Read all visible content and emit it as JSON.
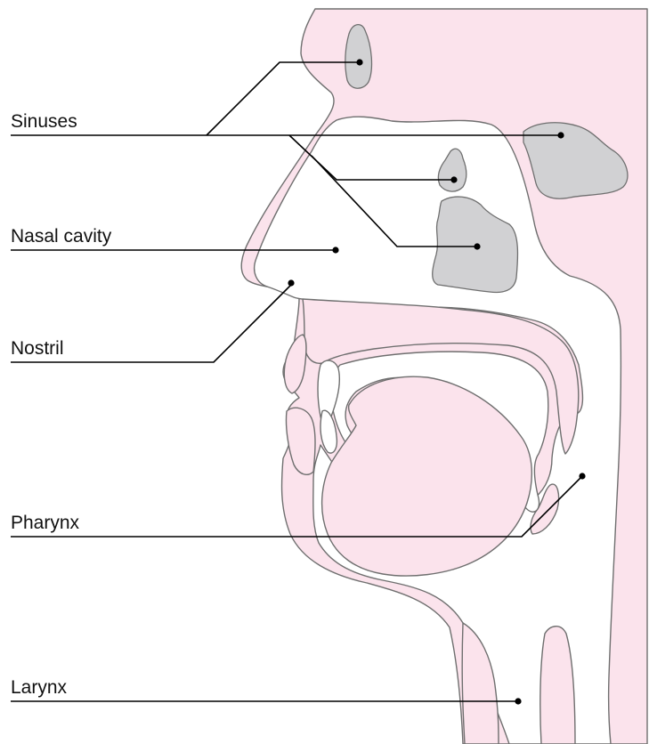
{
  "labels": {
    "sinuses": "Sinuses",
    "nasal_cavity": "Nasal cavity",
    "nostril": "Nostril",
    "pharynx": "Pharynx",
    "larynx": "Larynx"
  },
  "colors": {
    "tissue": "#fbe3ec",
    "sinus": "#d1d1d3",
    "outline": "#6f6f6f",
    "leader": "#000000"
  }
}
